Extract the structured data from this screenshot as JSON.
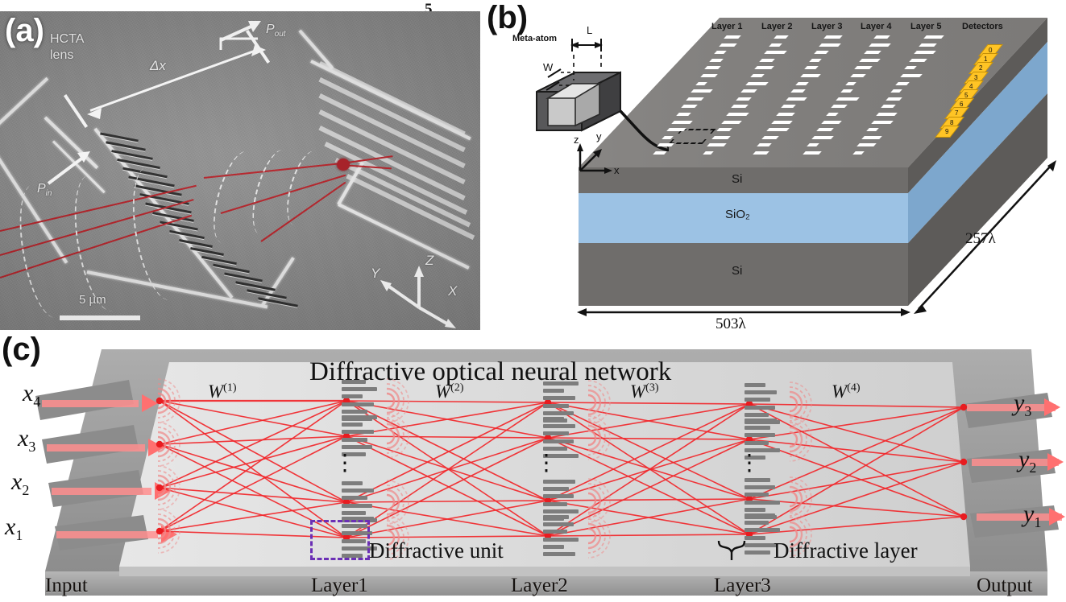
{
  "page": {
    "number": "5"
  },
  "panels": {
    "a": {
      "letter": "(a)",
      "annotations": {
        "lens": "HCTA\nlens",
        "lens_line1": "HCTA",
        "lens_line2": "lens",
        "delta_x": "Δx",
        "p_in": "P",
        "p_in_sub": "in",
        "p_out": "P",
        "p_out_sub": "out",
        "scale_bar": "5 µm",
        "axis_x": "X",
        "axis_y": "Y",
        "axis_z": "Z"
      }
    },
    "b": {
      "letter": "(b)",
      "meta_atom_label": "Meta-atom",
      "dim_L": "L",
      "dim_W": "W",
      "axes": {
        "x": "x",
        "y": "y",
        "z": "z"
      },
      "column_labels": [
        "Layer 1",
        "Layer 2",
        "Layer 3",
        "Layer 4",
        "Layer 5",
        "Detectors"
      ],
      "detector_indices": [
        "0",
        "1",
        "2",
        "3",
        "4",
        "5",
        "6",
        "7",
        "8",
        "9"
      ],
      "stack_labels": [
        "Si",
        "SiO₂",
        "Si"
      ],
      "dimension_width": "503λ",
      "dimension_depth": "257λ",
      "colors": {
        "si": "#6f6d6b",
        "sio2": "#9cc2e4",
        "top": "#807e7c",
        "detector": "#ffc425"
      }
    },
    "c": {
      "letter": "(c)",
      "title": "Diffractive optical neural network",
      "weights": [
        "W",
        "W",
        "W",
        "W"
      ],
      "weight_supers": [
        "(1)",
        "(2)",
        "(3)",
        "(4)"
      ],
      "inputs": [
        "x",
        "x",
        "x",
        "x"
      ],
      "input_subs": [
        "4",
        "3",
        "2",
        "1"
      ],
      "outputs": [
        "y",
        "y",
        "y"
      ],
      "output_subs": [
        "3",
        "2",
        "1"
      ],
      "callout_unit": "Diffractive unit",
      "callout_layer": "Diffractive layer",
      "bottom_labels": [
        "Input",
        "Layer1",
        "Layer2",
        "Layer3",
        "Output"
      ],
      "ellipsis": "⋮",
      "colors": {
        "beam": "#f2272b",
        "unit_box": "#6b2fb5",
        "slab": "#9a9a9a",
        "plate": "#d8d8d8"
      }
    }
  }
}
